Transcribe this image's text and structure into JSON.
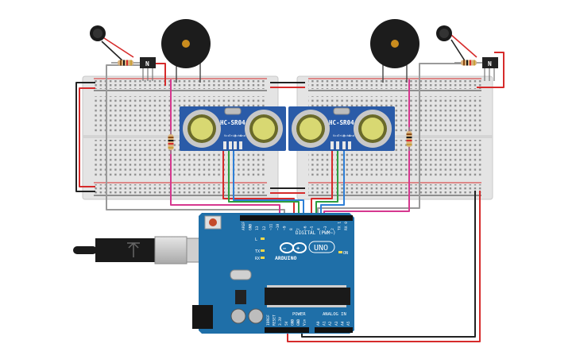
{
  "sensor_left": {
    "model": "HC-SR04",
    "pins": [
      "Vcc",
      "Trig",
      "Echo",
      "Gnd"
    ]
  },
  "sensor_right": {
    "model": "HC-SR04",
    "pins": [
      "Vcc",
      "Trig",
      "Echo",
      "Gnd"
    ]
  },
  "transistor_left": {
    "label": "N"
  },
  "transistor_right": {
    "label": "N"
  },
  "arduino": {
    "brand": "ARDUINO",
    "model": "UNO",
    "digital_label": "DIGITAL (PWM~)",
    "power_label": "POWER",
    "analog_label": "ANALOG IN",
    "tx_label": "TX",
    "rx_label": "RX",
    "l_label": "L",
    "on_label": "ON",
    "top_pins": [
      "AREF",
      "GND",
      "13",
      "12",
      "~11",
      "~10",
      "~9",
      "8",
      "7",
      "~6",
      "~5",
      "4",
      "~3",
      "2",
      "TX 1",
      "RX 0"
    ],
    "power_pins": [
      "IOREF",
      "RESET",
      "3.3V",
      "5V",
      "GND",
      "GND",
      "Vin"
    ],
    "analog_pins": [
      "A0",
      "A1",
      "A2",
      "A3",
      "A4",
      "A5"
    ]
  },
  "colors": {
    "wire_red": "#d62b2b",
    "wire_black": "#222222",
    "wire_gray": "#9a9a9a",
    "wire_magenta": "#d6388f",
    "wire_green": "#2e9e3e",
    "wire_blue": "#2e7fd6",
    "board_blue": "#1f6fa8",
    "sensor_blue": "#2a5ba8"
  }
}
